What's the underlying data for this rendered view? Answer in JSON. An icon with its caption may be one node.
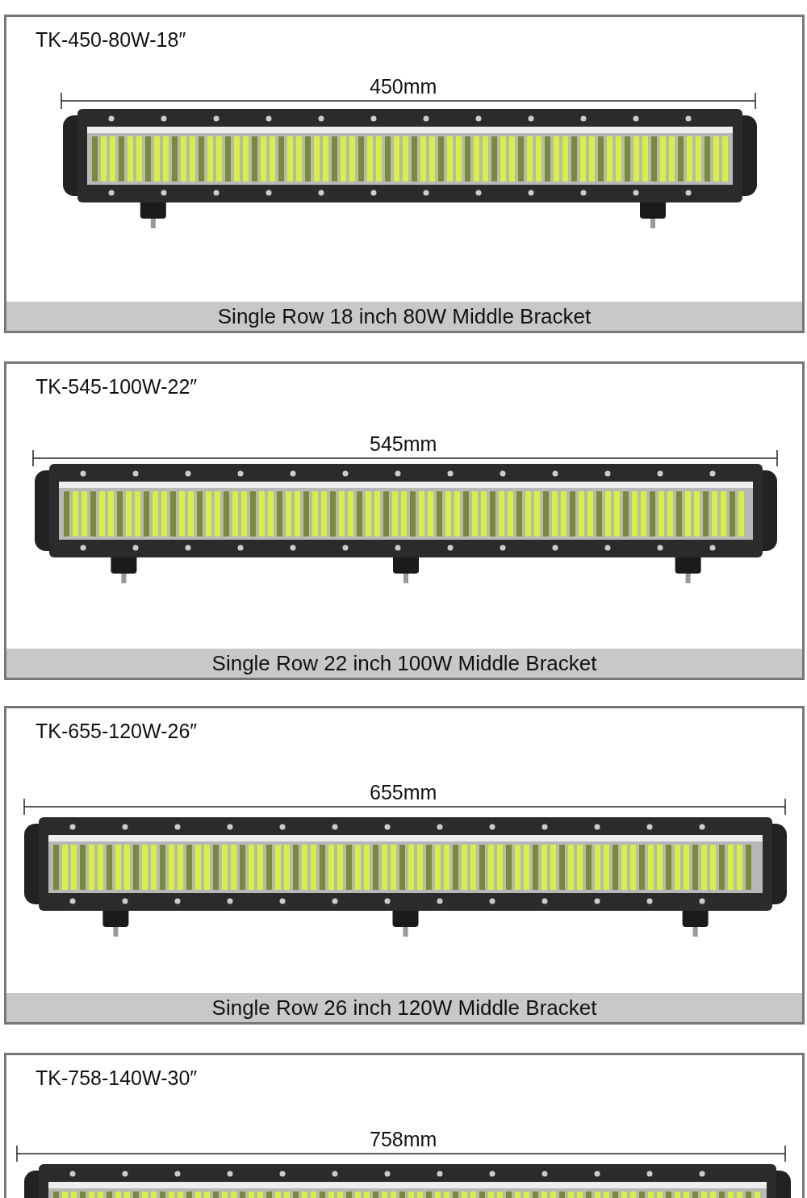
{
  "diagram": {
    "nodes": [
      {
        "text": [
          "TK-450-80W-18″",
          "Single Row 18 inch 80W Middle Bracket"
        ]
      },
      {
        "text": [],
        "shape": "picture",
        "in": 0
      },
      {
        "text": [
          "TK-545-100W-22″",
          "Single Row 22 inch 100W Middle Bracket"
        ]
      },
      {
        "text": [],
        "shape": "picture",
        "in": 2
      },
      {
        "text": [
          "TK-655-120W-26″",
          "Single Row 26 inch 120W Middle Bracket"
        ]
      },
      {
        "text": [],
        "shape": "picture",
        "in": 4
      },
      {
        "text": [
          "TK-758-140W-30″"
        ]
      },
      {
        "text": [],
        "shape": "picture",
        "in": 6
      }
    ],
    "edges": [],
    "labels": [
      "450mm",
      "545mm",
      "655mm",
      "758mm"
    ]
  }
}
